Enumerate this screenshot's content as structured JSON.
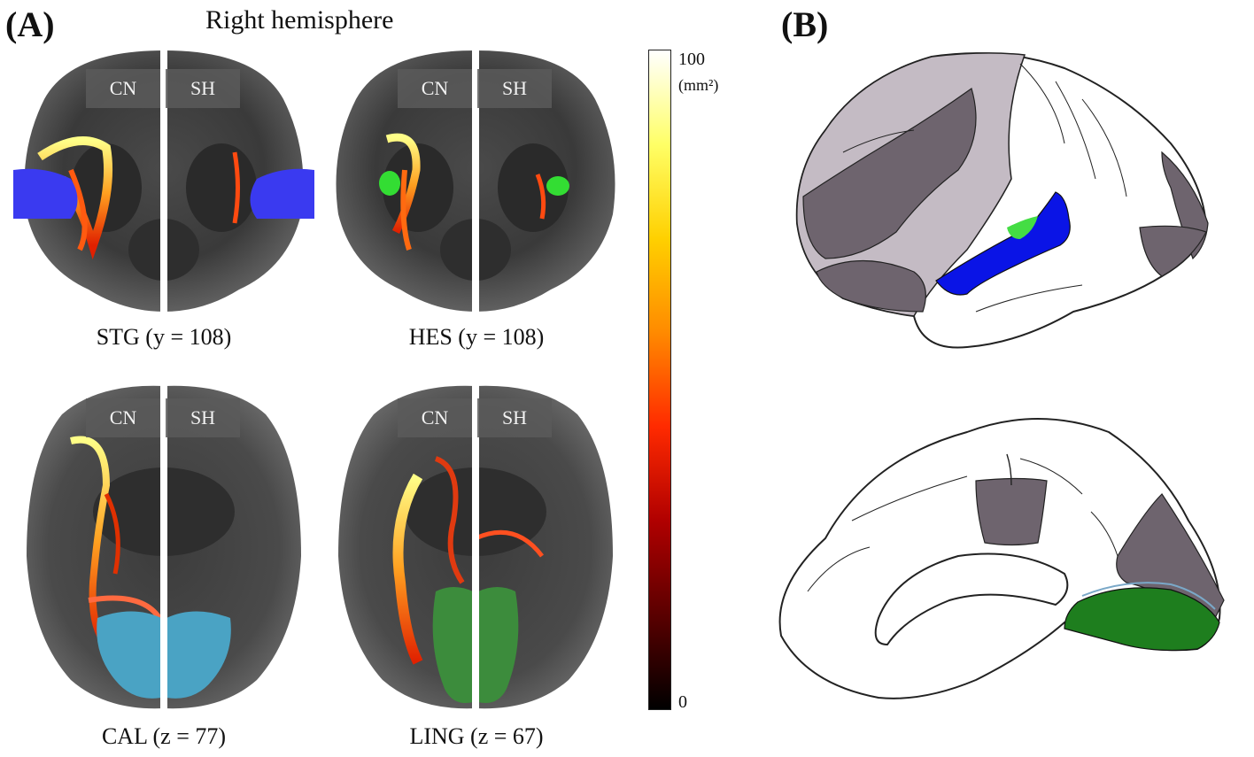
{
  "figure": {
    "panel_a_label": "(A)",
    "panel_b_label": "(B)",
    "hemisphere_title": "Right hemisphere",
    "tags": {
      "left": "CN",
      "right": "SH"
    },
    "slices": [
      {
        "id": "stg",
        "caption": "STG (y = 108)",
        "view": "coronal",
        "roi_color": "#3a3af0"
      },
      {
        "id": "hes",
        "caption": "HES (y = 108)",
        "view": "coronal",
        "roi_color": "#33dd33"
      },
      {
        "id": "cal",
        "caption": "CAL (z = 77)",
        "view": "axial",
        "roi_color": "#4aa3c4"
      },
      {
        "id": "ling",
        "caption": "LING (z = 67)",
        "view": "axial",
        "roi_color": "#3c8c3c"
      }
    ],
    "colorbar": {
      "max_label": "100",
      "unit": "(mm²)",
      "min_label": "0",
      "colors": [
        "#000000",
        "#5a0000",
        "#b00000",
        "#ff2a00",
        "#ff8a00",
        "#ffd000",
        "#ffff66",
        "#ffffff"
      ]
    },
    "brain_colors": {
      "light_gray": "#c4bbc4",
      "dark_gray": "#6e646e",
      "blue": "#0a14e6",
      "green_light": "#44dd44",
      "green_dark": "#1e7e1e"
    }
  }
}
